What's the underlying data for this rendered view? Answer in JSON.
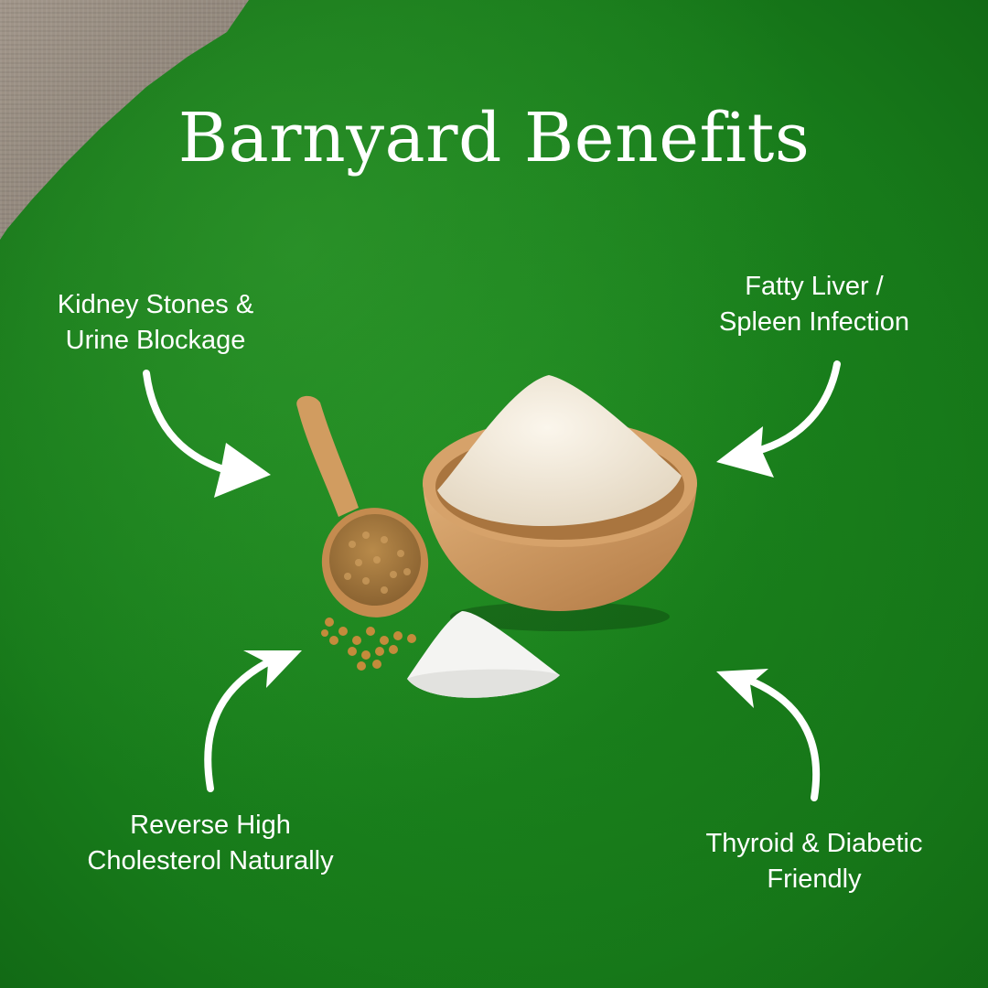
{
  "title": "Barnyard Benefits",
  "benefits": {
    "top_left": [
      "Kidney Stones &",
      "Urine Blockage"
    ],
    "top_right": [
      "Fatty Liver /",
      "Spleen Infection"
    ],
    "bottom_left": [
      "Reverse High",
      "Cholesterol Naturally"
    ],
    "bottom_right": [
      "Thyroid & Diabetic",
      "Friendly"
    ]
  },
  "colors": {
    "background": "#177a1a",
    "text": "#ffffff",
    "burlap": "#958a7e",
    "wood": "#c8915a",
    "flour": "#efe6d7"
  },
  "icons": [
    "arrow-icon",
    "wooden-bowl-icon",
    "wooden-spoon-icon",
    "millet-grain-icon",
    "flour-pile-icon"
  ]
}
